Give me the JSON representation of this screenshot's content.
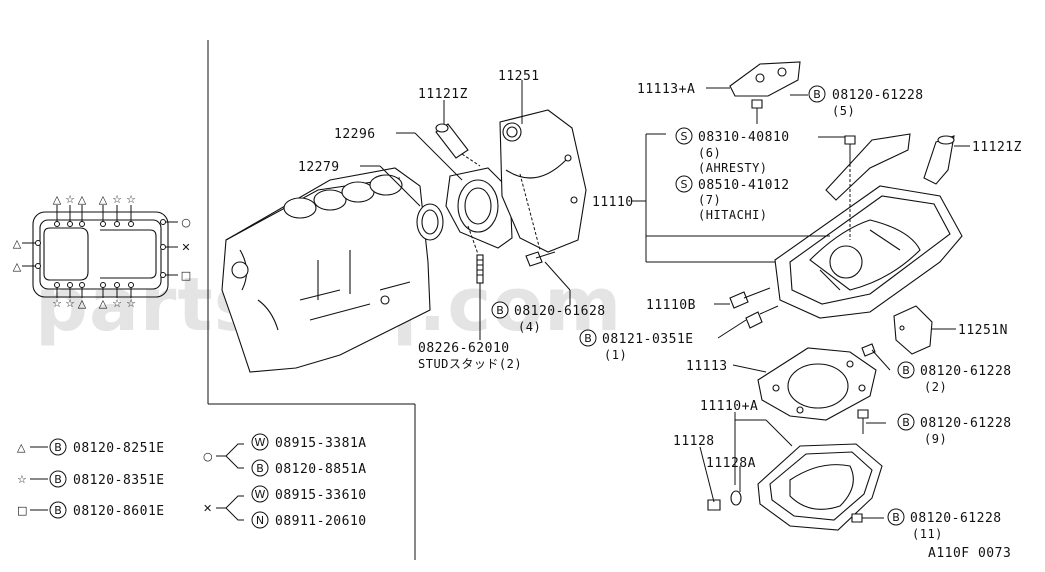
{
  "watermark": "partsouq.com",
  "figure_id": "A110F 0073",
  "callouts": {
    "p11251": "11251",
    "p11121Z_left": "11121Z",
    "p12296": "12296",
    "p12279": "12279",
    "p11113A": "11113+A",
    "b_08120_61228_top": "08120-61228",
    "q5": "(5)",
    "s_08310_40810": "08310-40810",
    "q6": "(6)",
    "ahresty": "(AHRESTY)",
    "p11110": "11110",
    "s_08510_41012": "08510-41012",
    "q7": "(7)",
    "hitachi": "(HITACHI)",
    "p11121Z_right": "11121Z",
    "b_08120_61628": "08120-61628",
    "q4": "(4)",
    "p11110B": "11110B",
    "b_08121_0351E": "08121-0351E",
    "q1": "(1)",
    "p11251N": "11251N",
    "p08226_62010": "08226-62010",
    "stud": "STUDスタッド(2)",
    "p11113": "11113",
    "b_08120_61228_2": "08120-61228",
    "q2": "(2)",
    "p11110A": "11110+A",
    "b_08120_61228_9": "08120-61228",
    "q9": "(9)",
    "p11128": "11128",
    "p11128A": "11128A",
    "b_08120_61228_11": "08120-61228",
    "q11": "(11)"
  },
  "legend": {
    "triangle_bolt": "08120-8251E",
    "star_bolt": "08120-8351E",
    "square_bolt": "08120-8601E",
    "circle_w": "08915-3381A",
    "circle_b": "08120-8851A",
    "cross_w": "08915-33610",
    "cross_n": "08911-20610"
  },
  "markers": {
    "bolt": "B",
    "screw": "S",
    "washer": "W",
    "nut": "N"
  }
}
